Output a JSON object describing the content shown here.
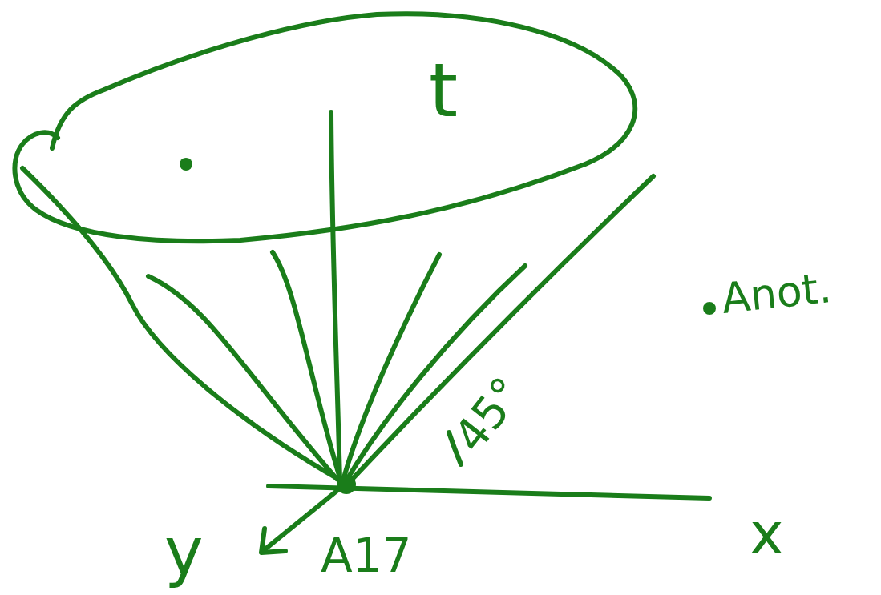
{
  "diagram": {
    "labels": [
      "t",
      "x",
      "y",
      "45°",
      "A17",
      "Anot."
    ]
  }
}
